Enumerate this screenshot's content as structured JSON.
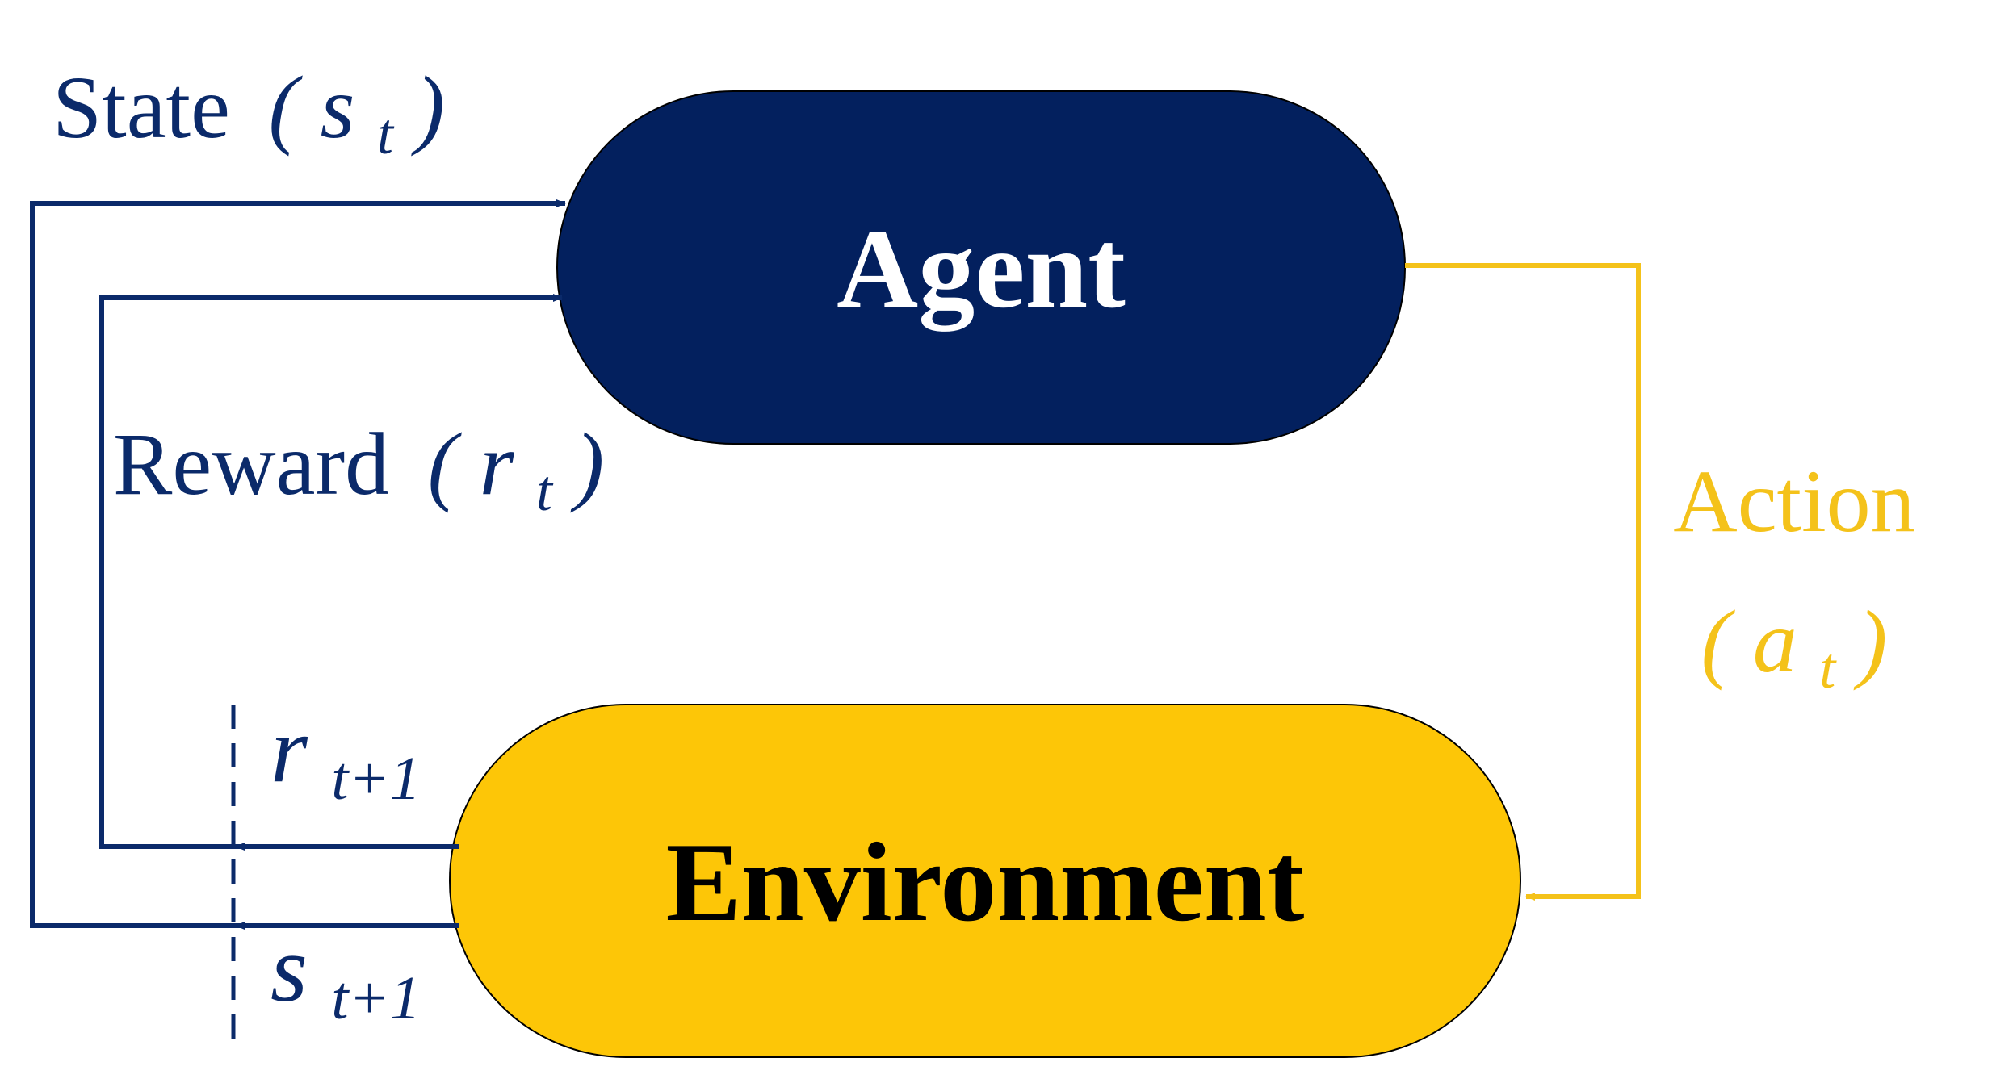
{
  "colors": {
    "navy": "#03205e",
    "navy_line": "#0b2a6a",
    "gold": "#fdc607",
    "gold_line": "#f4c21a",
    "agent_text": "#ffffff",
    "environment_text": "#000000"
  },
  "nodes": {
    "agent": {
      "label": "Agent"
    },
    "environment": {
      "label": "Environment"
    }
  },
  "labels": {
    "state": {
      "word": "State",
      "open": "(",
      "symbol": "s",
      "subscript": "t",
      "close": ")"
    },
    "reward": {
      "word": "Reward",
      "open": "(",
      "symbol": "r",
      "subscript": "t",
      "close": ")"
    },
    "action": {
      "word": "Action",
      "open": "(",
      "symbol": "a",
      "subscript": "t",
      "close": ")"
    },
    "next_reward": {
      "symbol": "r",
      "subscript": "t+1"
    },
    "next_state": {
      "symbol": "s",
      "subscript": "t+1"
    }
  }
}
